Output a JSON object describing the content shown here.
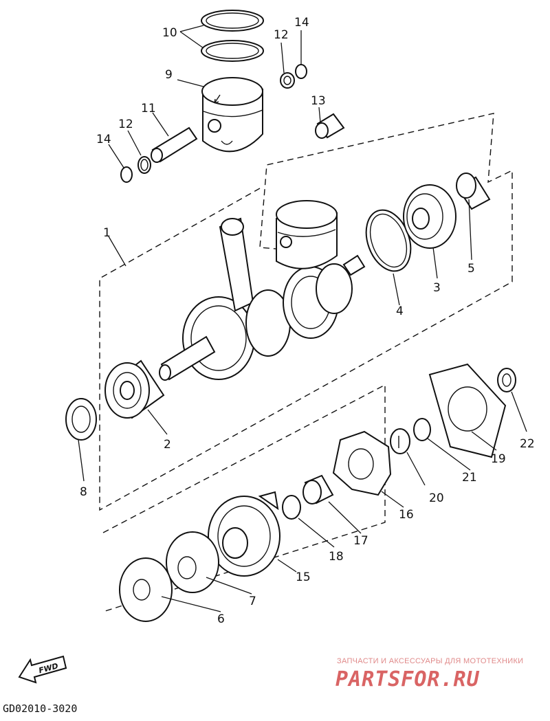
{
  "callouts": {
    "p1": "1",
    "p2": "2",
    "p3": "3",
    "p4": "4",
    "p5": "5",
    "p6": "6",
    "p7": "7",
    "p8": "8",
    "p9": "9",
    "p10": "10",
    "p11": "11",
    "p12a": "12",
    "p12b": "12",
    "p13": "13",
    "p14a": "14",
    "p14b": "14",
    "p15": "15",
    "p16": "16",
    "p17": "17",
    "p18": "18",
    "p19": "19",
    "p20": "20",
    "p21": "21",
    "p22": "22"
  },
  "fwd_label": "FWD",
  "diagram_code": "GD02010-3020",
  "watermark": {
    "tagline": "ЗАПЧАСТИ И АКСЕССУАРЫ ДЛЯ МОТОТЕХНИКИ",
    "brand": "PARTSFOR.RU"
  }
}
